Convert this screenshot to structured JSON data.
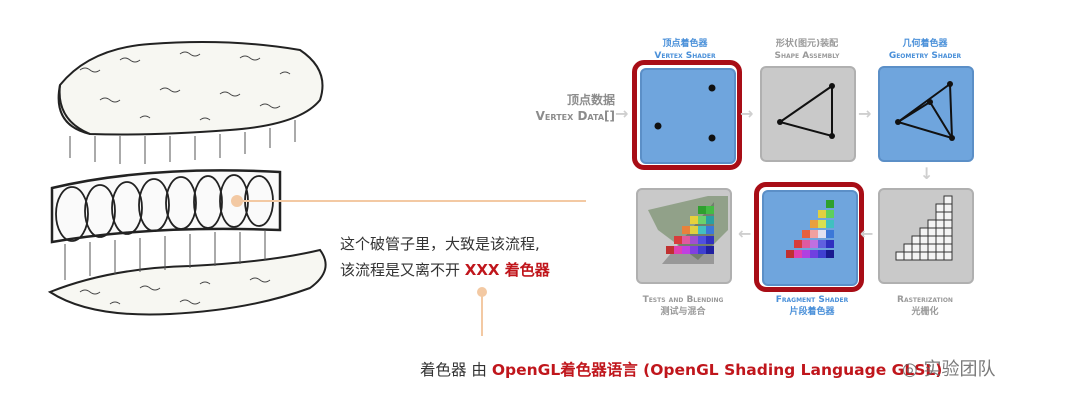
{
  "left": {
    "description_line1": "这个破管子里，大致是该流程,",
    "description_line2_prefix": "该流程是又离不开 ",
    "description_line2_highlight": "XXX 着色器",
    "bottom_prefix": "着色器 由 ",
    "bottom_highlight": "OpenGL着色器语言 (OpenGL Shading Language GLSL)"
  },
  "pipeline": {
    "vertex_data_cn": "顶点数据",
    "vertex_data_en": "Vertex Data[]",
    "stages": {
      "vertex": {
        "cn": "顶点着色器",
        "en": "Vertex Shader"
      },
      "shape": {
        "cn": "形状(图元)装配",
        "en": "Shape Assembly"
      },
      "geometry": {
        "cn": "几何着色器",
        "en": "Geometry Shader"
      },
      "rasterization": {
        "en": "Rasterization",
        "cn": "光栅化"
      },
      "fragment": {
        "en": "Fragment Shader",
        "cn": "片段着色器"
      },
      "tests": {
        "en": "Tests and Blending",
        "cn": "测试与混合"
      }
    }
  },
  "watermark": "实验团队",
  "colors": {
    "highlight_red": "#a80d16",
    "text_red": "#c0161c",
    "stage_blue": "#6fa5dd",
    "stage_gray": "#c9c9c9",
    "connector": "#f3c9a3"
  }
}
